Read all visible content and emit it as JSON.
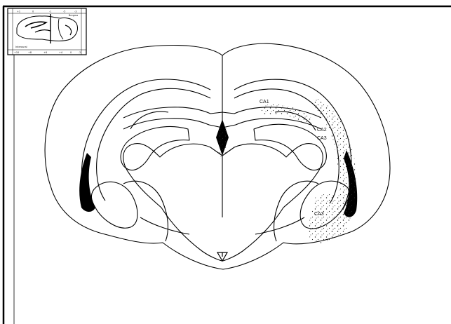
{
  "inset": {
    "top_ticks": [
      "+1",
      "0",
      "-1",
      "-5",
      "-3"
    ],
    "bottom_ticks": [
      "+10",
      "+8",
      "+6",
      "+4",
      "0",
      "-2"
    ],
    "bregma_label": "Bregma",
    "interaural_label": "Interaural"
  },
  "region_labels": {
    "ca1": "CA1",
    "ca2": "CA2",
    "ca3": "CA3",
    "ca3_ventral": "CA3"
  }
}
